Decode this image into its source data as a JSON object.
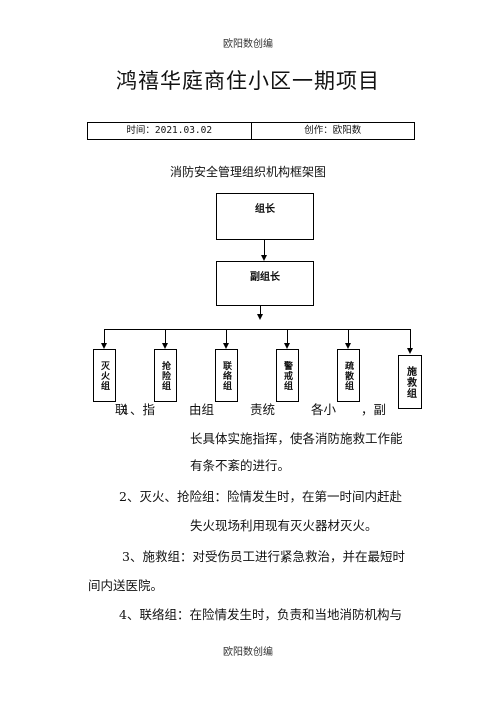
{
  "header": {
    "text": "欧阳数创编"
  },
  "footer": {
    "text": "欧阳数创编"
  },
  "title": "鸿禧华庭商住小区一期项目",
  "info": {
    "time": "时间：2021.03.02",
    "author": "创作：欧阳数"
  },
  "chart_title": "消防安全管理组织机构框架图",
  "org": {
    "leader": "组长",
    "deputy": "副组长",
    "teams": [
      "灭火组",
      "抢险组",
      "联络组",
      "警戒组",
      "疏散组",
      "施救组"
    ]
  },
  "body": {
    "p1_visible": [
      "联",
      "1、指",
      "由组",
      "责统",
      "各小",
      "，副"
    ],
    "p1_line2": "长具体实施指挥，使各消防施救工作能",
    "p1_line3": "有条不紊的进行。",
    "p2_line1": "2、灭火、抢险组：险情发生时，在第一时间内赶赴",
    "p2_line2": "失火现场利用现有灭火器材灭火。",
    "p3_line1": "3、施救组：对受伤员工进行紧急救治，并在最短时",
    "p3_line2": "间内送医院。",
    "p4_line1": "4、联络组：在险情发生时，负责和当地消防机构与"
  }
}
